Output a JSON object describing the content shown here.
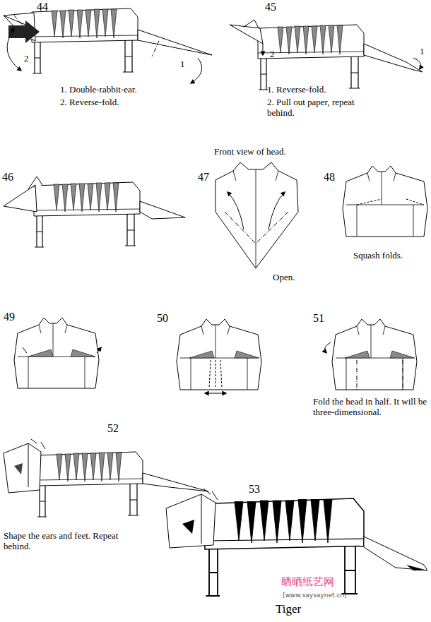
{
  "diagram": {
    "caption": "Tiger",
    "labels": [
      "44",
      "2",
      "1",
      "1. Double-rabbit-ear.",
      "2. Reverse-fold.",
      "45",
      "2",
      "1",
      "1. Reverse-fold.",
      "2. Pull out paper, repeat behind.",
      "Front view of head.",
      "46",
      "47",
      "48",
      "Open.",
      "Squash folds.",
      "49",
      "50",
      "51",
      "Fold the head in half. It will be three-dimensional.",
      "52",
      "Shape the ears and feet. Repeat behind.",
      "53",
      "晒晒纸艺网",
      "[www.saysaynet.cn]"
    ]
  }
}
